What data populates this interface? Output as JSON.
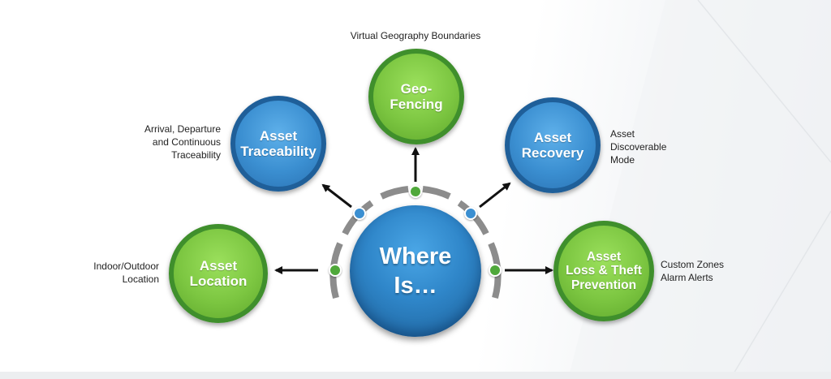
{
  "hub": {
    "label": "Where\nIs…"
  },
  "nodes": [
    {
      "id": "asset-location",
      "label": "Asset\nLocation",
      "color": "#7cc641",
      "description": "Indoor/Outdoor\nLocation"
    },
    {
      "id": "asset-traceability",
      "label": "Asset\nTraceability",
      "color": "#3b8fd1",
      "description": "Arrival, Departure\nand Continuous\nTraceability"
    },
    {
      "id": "geo-fencing",
      "label": "Geo-\nFencing",
      "color": "#7cc641",
      "description": "Virtual Geography Boundaries"
    },
    {
      "id": "asset-recovery",
      "label": "Asset\nRecovery",
      "color": "#3b8fd1",
      "description": "Asset\nDiscoverable\nMode"
    },
    {
      "id": "asset-loss-theft-prevention",
      "label": "Asset\nLoss & Theft\nPrevention",
      "color": "#7cc641",
      "description": "Custom Zones\nAlarm Alerts"
    }
  ],
  "colors": {
    "green": "#7cc641",
    "blue": "#3b8fd1",
    "arc_gray": "#8c8c8c",
    "arrow": "#111111"
  }
}
